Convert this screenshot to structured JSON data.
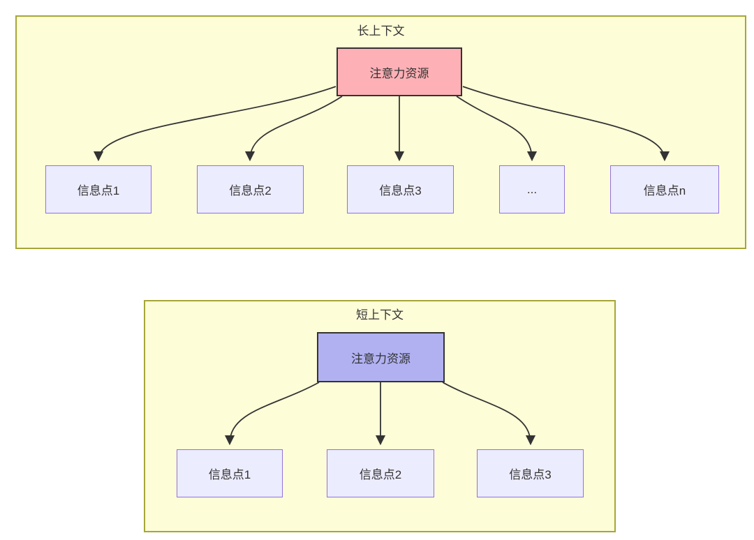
{
  "colors": {
    "page_background": "#ffffff",
    "container_fill": "#fdfdd8",
    "container_border": "#a6a637",
    "info_node_fill": "#ececff",
    "info_node_border": "#9370db",
    "attention_red_fill": "#fdb0b6",
    "attention_blue_fill": "#b1b1f2",
    "dark_border": "#333333",
    "edge_color": "#333333",
    "text_color": "#333333"
  },
  "long_context": {
    "title": "长上下文",
    "attention_node": "注意力资源",
    "info_nodes": [
      "信息点1",
      "信息点2",
      "信息点3",
      "...",
      "信息点n"
    ]
  },
  "short_context": {
    "title": "短上下文",
    "attention_node": "注意力资源",
    "info_nodes": [
      "信息点1",
      "信息点2",
      "信息点3"
    ]
  }
}
